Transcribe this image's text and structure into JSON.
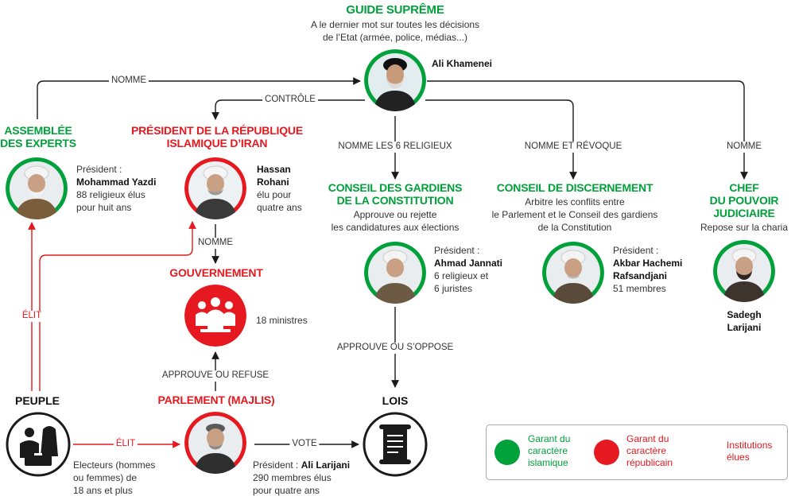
{
  "colors": {
    "green": "#00a03a",
    "red": "#e5191f",
    "black": "#1a1a1a"
  },
  "supreme": {
    "title": "GUIDE SUPRÊME",
    "desc1": "A le dernier mot sur toutes les décisions",
    "desc2": "de l’Etat (armée, police, médias...)",
    "person": "Ali Khamenei"
  },
  "experts": {
    "title1": "ASSEMBLÉE",
    "title2": "DES EXPERTS",
    "pres_label": "Président :",
    "pres_name": "Mohammad Yazdi",
    "desc1": "88 religieux élus",
    "desc2": "pour huit ans"
  },
  "president": {
    "title1": "PRÉSIDENT DE LA RÉPUBLIQUE",
    "title2": "ISLAMIQUE D’IRAN",
    "name1": "Hassan",
    "name2": "Rohani",
    "desc1": "élu pour",
    "desc2": "quatre ans"
  },
  "government": {
    "title": "GOUVERNEMENT",
    "desc": "18 ministres"
  },
  "guardians": {
    "title1": "CONSEIL DES GARDIENS",
    "title2": "DE LA CONSTITUTION",
    "desc1": "Approuve ou rejette",
    "desc2": "les candidatures aux élections",
    "pres_label": "Président :",
    "pres_name": "Ahmad Jannati",
    "desc3": "6 religieux et",
    "desc4": "6 juristes"
  },
  "discernment": {
    "title": "CONSEIL DE DISCERNEMENT",
    "desc1": "Arbitre les conflits entre",
    "desc2": "le Parlement et le Conseil des gardiens",
    "desc3": "de la Constitution",
    "pres_label": "Président :",
    "pres_name1": "Akbar Hachemi",
    "pres_name2": "Rafsandjani",
    "desc4": "51 membres"
  },
  "judiciary": {
    "title1": "CHEF",
    "title2": "DU POUVOIR",
    "title3": "JUDICIAIRE",
    "desc": "Repose sur la charia",
    "name1": "Sadegh",
    "name2": "Larijani"
  },
  "people": {
    "title": "PEUPLE",
    "desc1": "Electeurs (hommes",
    "desc2": "ou femmes) de",
    "desc3": "18 ans et plus"
  },
  "parliament": {
    "title": "PARLEMENT (MAJLIS)",
    "pres_label": "Président : ",
    "pres_name": "Ali Larijani",
    "desc1": "290 membres élus",
    "desc2": "pour quatre ans"
  },
  "laws": {
    "title": "LOIS"
  },
  "edges": {
    "nomme_experts": "NOMME",
    "controle": "CONTRÔLE",
    "nomme_guardians": "NOMME LES 6 RELIGIEUX",
    "nomme_revoque": "NOMME ET RÉVOQUE",
    "nomme_judiciary": "NOMME",
    "nomme_gov": "NOMME",
    "approuve_refuse": "APPROUVE OU REFUSE",
    "approuve_oppose": "APPROUVE OU S’OPPOSE",
    "elit_experts": "ÉLIT",
    "elit_parliament": "ÉLIT",
    "vote": "VOTE"
  },
  "legend": {
    "green1": "Garant du",
    "green2": "caractère",
    "green3": "islamique",
    "red1": "Garant du",
    "red2": "caractère",
    "red3": "républicain",
    "arrow1": "Institutions",
    "arrow2": "élues"
  }
}
